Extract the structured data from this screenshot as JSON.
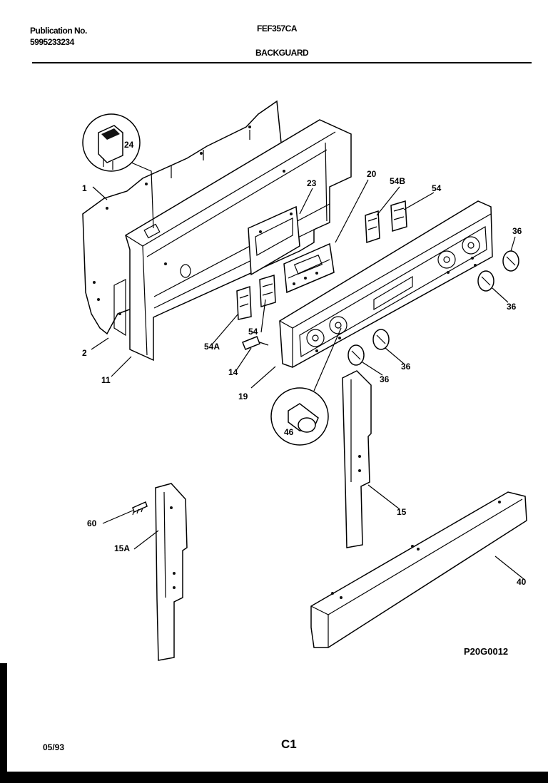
{
  "header": {
    "publication_label": "Publication No.",
    "publication_number": "5995233234",
    "model": "FEF357CA",
    "section_title": "BACKGUARD"
  },
  "callouts": {
    "c1": "1",
    "c2": "2",
    "c11": "11",
    "c14": "14",
    "c15": "15",
    "c15a": "15A",
    "c19": "19",
    "c20": "20",
    "c23": "23",
    "c24": "24",
    "c36a": "36",
    "c36b": "36",
    "c36c": "36",
    "c36d": "36",
    "c40": "40",
    "c46": "46",
    "c54a": "54",
    "c54b": "54",
    "c54A": "54A",
    "c54B": "54B",
    "c60": "60"
  },
  "footer": {
    "diagram_code": "P20G0012",
    "date": "05/93",
    "page": "C1"
  }
}
